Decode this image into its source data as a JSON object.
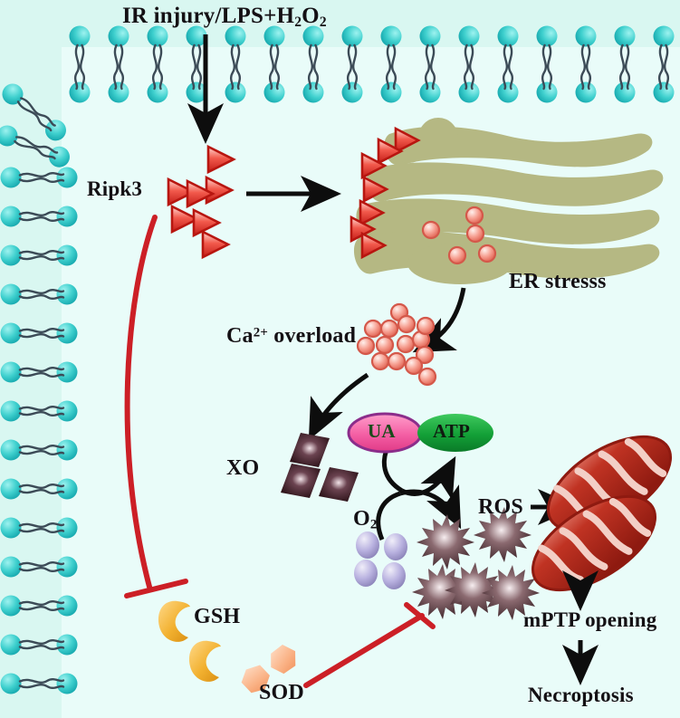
{
  "diagram": {
    "title_prefix": "IR injury/LPS+H",
    "title_sub": "2",
    "title_mid": "O",
    "title_sub2": "2",
    "background_color": "#d9f7f1",
    "cytosol_color": "#e8fbf8",
    "labels": {
      "ripk3": "Ripk3",
      "er_stress": "ER stresss",
      "ca_prefix": "Ca",
      "ca_sup": "2+",
      "ca_suffix": " overload",
      "xo": "XO",
      "o2_prefix": "O",
      "o2_sub": "2",
      "ros": "ROS",
      "gsh": "GSH",
      "sod": "SOD",
      "mptp": "mPTP opening",
      "necroptosis": "Necroptosis",
      "ua": "UA",
      "atp": "ATP"
    },
    "colors": {
      "membrane_head": "#3ecfcf",
      "membrane_tail": "#3a4a55",
      "er_body": "#b5b883",
      "triangle_red": "#e8352c",
      "calcium": "#f08a7e",
      "xo_diamond": "#3b2028",
      "ua_fill": "#f57ab0",
      "ua_stroke": "#8b2d8b",
      "atp_fill": "#1e9e3e",
      "o2_fill": "#b0aad8",
      "ros_star": "#6b4a50",
      "mito": "#b02418",
      "gsh": "#f0b83c",
      "sod": "#f9b58a",
      "inhibit_red": "#cc1f26",
      "arrow_black": "#0d0d0d"
    },
    "counts": {
      "ripk3_triangles": 8,
      "er_triangles": 7,
      "calcium_circles": 14,
      "xo_diamonds": 3,
      "o2_ovals": 4,
      "ros_stars": 5,
      "gsh_shapes": 2,
      "sod_shapes": 2,
      "mitochondria": 2
    }
  }
}
